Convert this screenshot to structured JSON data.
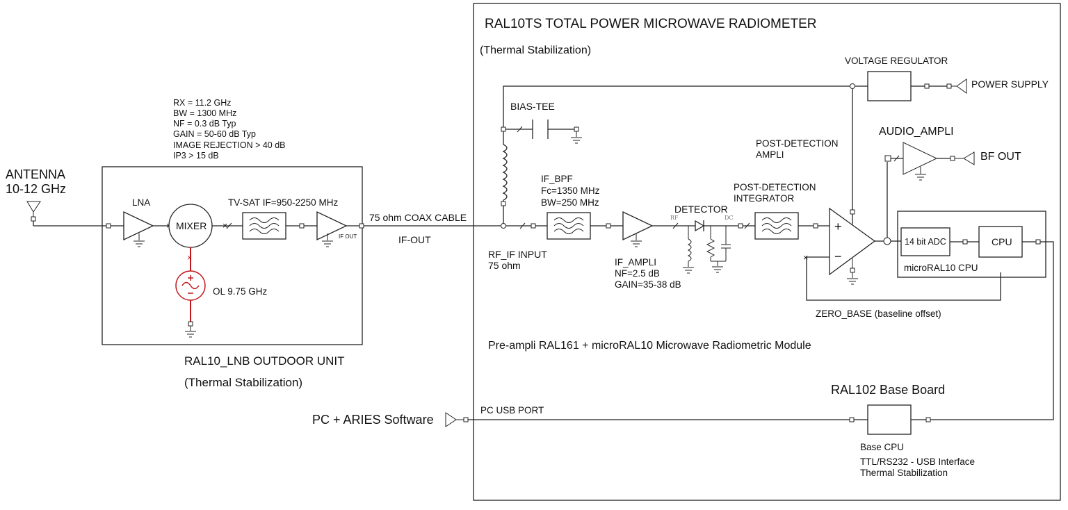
{
  "outdoor": {
    "antenna_l1": "ANTENNA",
    "antenna_l2": "10-12 GHz",
    "specs": [
      "RX = 11.2 GHz",
      "BW = 1300 MHz",
      "NF = 0.3 dB Typ",
      "GAIN = 50-60 dB Typ",
      "IMAGE REJECTION > 40 dB",
      "IP3 > 15 dB"
    ],
    "lna": "LNA",
    "mixer": "MIXER",
    "tvsat": "TV-SAT IF=950-2250 MHz",
    "if_out": "IF OUT",
    "ol": "OL 9.75 GHz",
    "unit_title": "RAL10_LNB OUTDOOR UNIT",
    "unit_sub": "(Thermal Stabilization)"
  },
  "cable": {
    "label": "75 ohm COAX CABLE",
    "ifout": "IF-OUT"
  },
  "pc": {
    "label": "PC + ARIES Software",
    "usb": "PC USB PORT"
  },
  "radiometer": {
    "title": "RAL10TS TOTAL POWER MICROWAVE RADIOMETER",
    "subtitle": "(Thermal Stabilization)",
    "bias_tee": "BIAS-TEE",
    "rf_if_input_l1": "RF_IF INPUT",
    "rf_if_input_l2": "75 ohm",
    "if_bpf": [
      "IF_BPF",
      "Fc=1350 MHz",
      "BW=250 MHz"
    ],
    "if_ampli": [
      "IF_AMPLI",
      "NF=2.5 dB",
      "GAIN=35-38 dB"
    ],
    "detector": "DETECTOR",
    "rf_tag": "RF",
    "dc_tag": "DC",
    "pdi": [
      "POST-DETECTION",
      "INTEGRATOR"
    ],
    "pda": [
      "POST-DETECTION",
      "AMPLI"
    ],
    "vreg": "VOLTAGE REGULATOR",
    "power": "POWER SUPPLY",
    "audio": "AUDIO_AMPLI",
    "bf_out": "BF OUT",
    "adc": "14 bit ADC",
    "cpu": "CPU",
    "microral": "microRAL10 CPU",
    "zero_base": "ZERO_BASE (baseline offset)",
    "module": "Pre-ampli RAL161 + microRAL10 Microwave Radiometric Module",
    "base_board": "RAL102 Base Board",
    "base_cpu": "Base CPU",
    "base_l2": "TTL/RS232 - USB Interface",
    "base_l3": "Thermal Stabilization",
    "plus": "+",
    "minus": "−"
  }
}
